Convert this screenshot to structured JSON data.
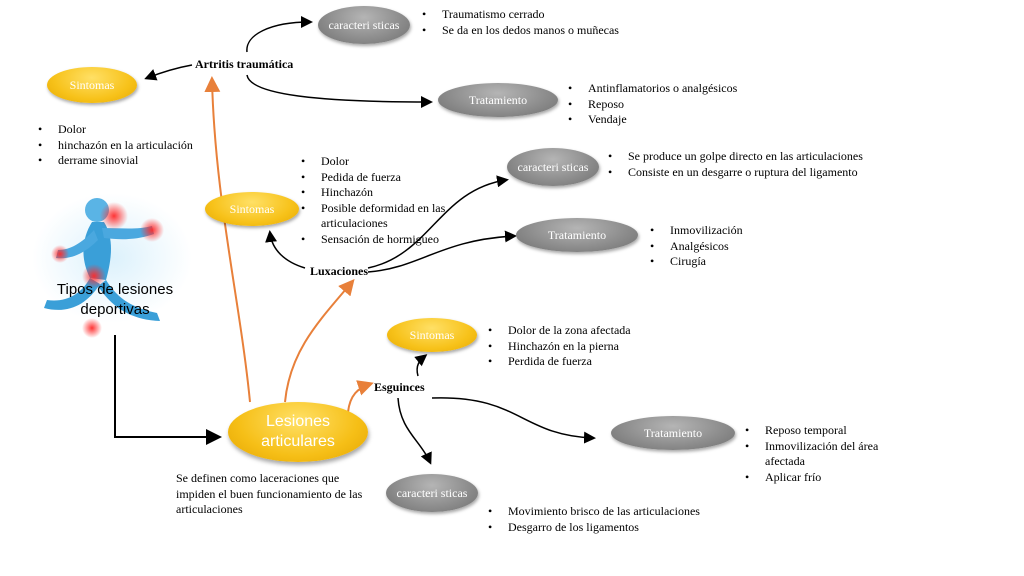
{
  "title": "Tipos de lesiones deportivas",
  "main_node": "Lesiones articulares",
  "main_description": "Se definen como laceraciones que impiden el buen funcionamiento de las articulaciones",
  "colors": {
    "gray_bubble": "#8e8e8e",
    "yellow_bubble": "#f7c21a",
    "orange_arrow": "#e8803a",
    "black_arrow": "#000000"
  },
  "artritis": {
    "label": "Artritis traumática",
    "sintomas_label": "Sintomas",
    "sintomas_items": [
      "Dolor",
      "hinchazón en la articulación",
      "derrame sinovial"
    ],
    "caracteristicas_label": "caracteri sticas",
    "caracteristicas_items": [
      "Traumatismo cerrado",
      "Se da en los dedos manos o muñecas"
    ],
    "tratamiento_label": "Tratamiento",
    "tratamiento_items": [
      "Antinflamatorios o analgésicos",
      "Reposo",
      "Vendaje"
    ]
  },
  "luxaciones": {
    "label": "Luxaciones",
    "sintomas_label": "Sintomas",
    "sintomas_items": [
      "Dolor",
      "Pedida de fuerza",
      "Hinchazón",
      "Posible deformidad  en las articulaciones",
      "Sensación de hormigueo"
    ],
    "caracteristicas_label": "caracteri sticas",
    "caracteristicas_items": [
      "Se produce un golpe directo en las articulaciones",
      "Consiste en un desgarre o ruptura del ligamento"
    ],
    "tratamiento_label": "Tratamiento",
    "tratamiento_items": [
      "Inmovilización",
      "Analgésicos",
      "Cirugía"
    ]
  },
  "esguinces": {
    "label": "Esguinces",
    "sintomas_label": "Sintomas",
    "sintomas_items": [
      "Dolor de la zona afectada",
      "Hinchazón en la pierna",
      "Perdida de fuerza"
    ],
    "caracteristicas_label": "caracteri sticas",
    "caracteristicas_items": [
      "Movimiento brisco de las articulaciones",
      "Desgarro de los ligamentos"
    ],
    "tratamiento_label": "Tratamiento",
    "tratamiento_items": [
      "Reposo temporal",
      "Inmovilización del área afectada",
      "Aplicar frío"
    ]
  }
}
